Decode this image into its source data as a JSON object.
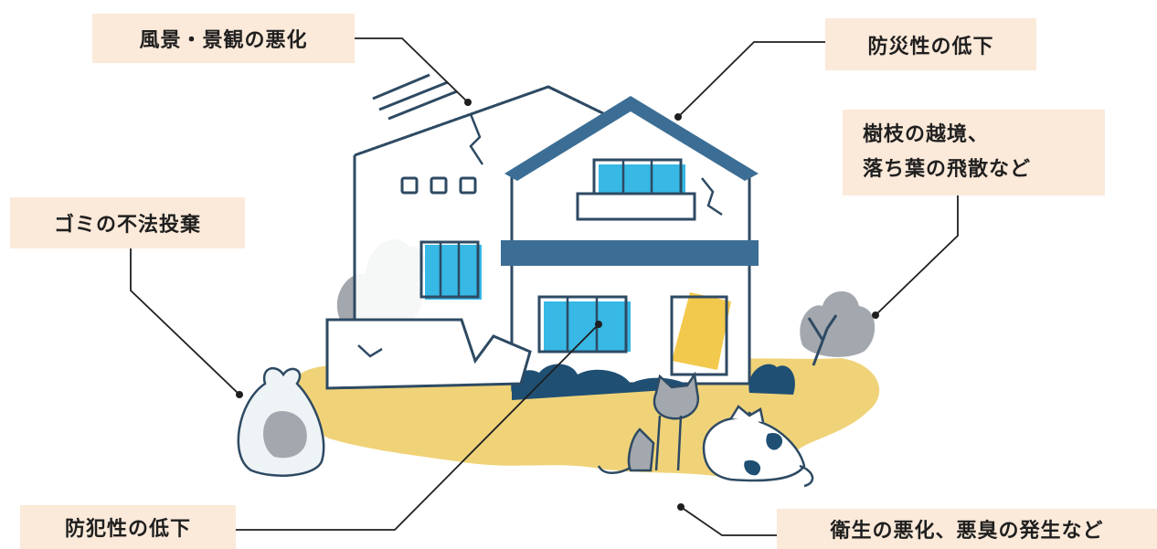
{
  "labels": {
    "scenery": "風景・景観の悪化",
    "disaster": "防災性の低下",
    "branches_line1": "樹枝の越境、",
    "branches_line2": "落ち葉の飛散など",
    "garbage": "ゴミの不法投棄",
    "crime": "防犯性の低下",
    "hygiene": "衛生の悪化、悪臭の発生など"
  },
  "colors": {
    "label_bg": "#fbe9d9",
    "house_stroke": "#2e4a63",
    "roof_blue": "#3c6e95",
    "window_cyan": "#37b8e5",
    "ground_yellow": "#f0d379",
    "bush_gray": "#a3a8ae",
    "bush_navy": "#1f4f73",
    "door_yellow": "#f3c94d"
  }
}
